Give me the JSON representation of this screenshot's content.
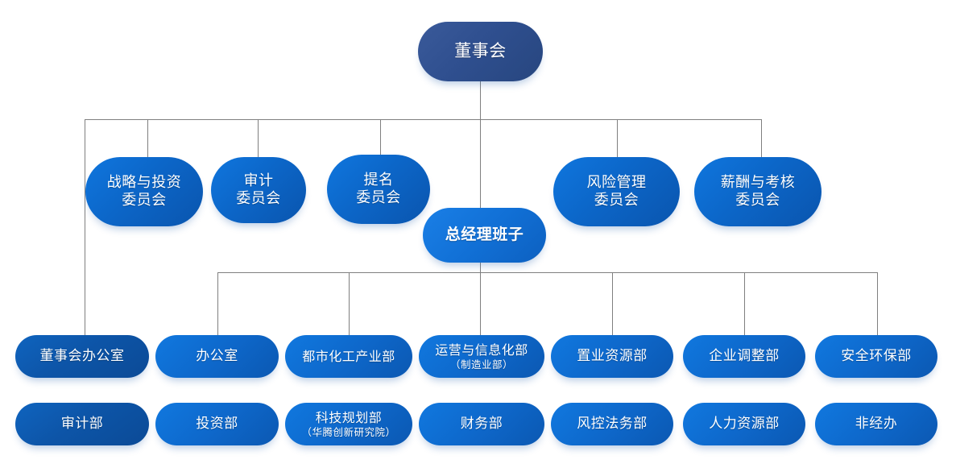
{
  "meta": {
    "title": "公司组织架构图",
    "line_color": "#7f7f7f",
    "background": "#ffffff",
    "root_color": "#2f4f8f",
    "node_color": "#0c66c8"
  },
  "root": {
    "label": "董事会"
  },
  "manager": {
    "label": "总经理班子"
  },
  "committees": [
    {
      "line1": "战略与投资",
      "line2": "委员会"
    },
    {
      "line1": "审计",
      "line2": "委员会"
    },
    {
      "line1": "提名",
      "line2": "委员会"
    },
    {
      "line1": "风险管理",
      "line2": "委员会"
    },
    {
      "line1": "薪酬与考核",
      "line2": "委员会"
    }
  ],
  "departments_row1": [
    {
      "line1": "董事会办公室",
      "line2": ""
    },
    {
      "line1": "办公室",
      "line2": ""
    },
    {
      "line1": "都市化工产业部",
      "line2": ""
    },
    {
      "line1": "运营与信息化部",
      "line2": "（制造业部）"
    },
    {
      "line1": "置业资源部",
      "line2": ""
    },
    {
      "line1": "企业调整部",
      "line2": ""
    },
    {
      "line1": "安全环保部",
      "line2": ""
    }
  ],
  "departments_row2": [
    {
      "line1": "审计部",
      "line2": ""
    },
    {
      "line1": "投资部",
      "line2": ""
    },
    {
      "line1": "科技规划部",
      "line2": "（华腾创新研究院）"
    },
    {
      "line1": "财务部",
      "line2": ""
    },
    {
      "line1": "风控法务部",
      "line2": ""
    },
    {
      "line1": "人力资源部",
      "line2": ""
    },
    {
      "line1": "非经办",
      "line2": ""
    }
  ]
}
